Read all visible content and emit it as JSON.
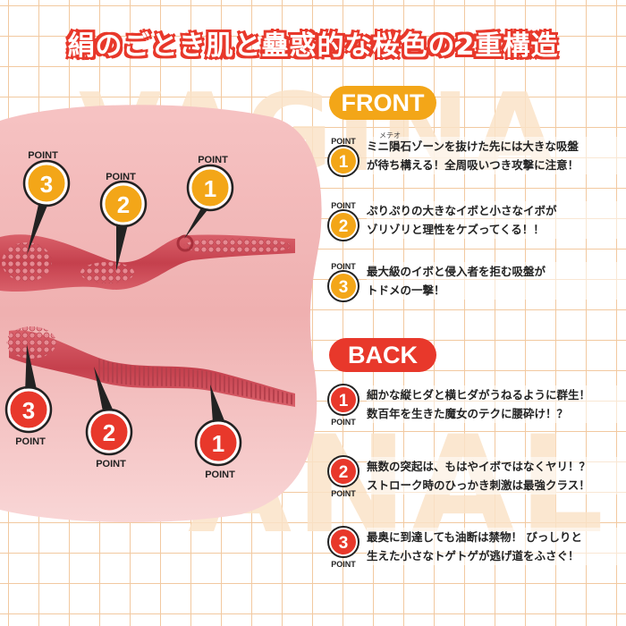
{
  "title": "絹のごとき肌と蠱惑的な桜色の2重構造",
  "watermarks": {
    "top": "VAGINA",
    "bottom": "ANAL"
  },
  "colors": {
    "front_accent": "#f3a618",
    "back_accent": "#e8382b",
    "flesh": "#f0b6b6"
  },
  "front": {
    "header": "FRONT",
    "ruby": "メテオ",
    "points": [
      {
        "num": "1",
        "label": "POINT",
        "text": "ミニ隕石ゾーンを抜けた先には大きな吸盤\nが待ち構える！全周吸いつき攻撃に注意！"
      },
      {
        "num": "2",
        "label": "POINT",
        "text": "ぷりぷりの大きなイボと小さなイボが\nゾリゾリと理性をケズってくる！！"
      },
      {
        "num": "3",
        "label": "POINT",
        "text": "最大級のイボと侵入者を拒む吸盤が\nトドメの一撃！"
      }
    ]
  },
  "back": {
    "header": "BACK",
    "points": [
      {
        "num": "1",
        "label": "POINT",
        "text": "細かな縦ヒダと横ヒダがうねるように群生！\n数百年を生きた魔女のテクに腰砕け！？"
      },
      {
        "num": "2",
        "label": "POINT",
        "text": "無数の突起は、もはやイボではなくヤリ！？\nストローク時のひっかき刺激は最強クラス！"
      },
      {
        "num": "3",
        "label": "POINT",
        "text": "最奥に到達しても油断は禁物！ びっしりと\n生えた小さなトゲトゲが逃げ道をふさぐ！"
      }
    ]
  },
  "pins": {
    "front": [
      {
        "num": "3",
        "label": "POINT"
      },
      {
        "num": "2",
        "label": "POINT"
      },
      {
        "num": "1",
        "label": "POINT"
      }
    ],
    "back": [
      {
        "num": "3",
        "label": "POINT"
      },
      {
        "num": "2",
        "label": "POINT"
      },
      {
        "num": "1",
        "label": "POINT"
      }
    ]
  }
}
